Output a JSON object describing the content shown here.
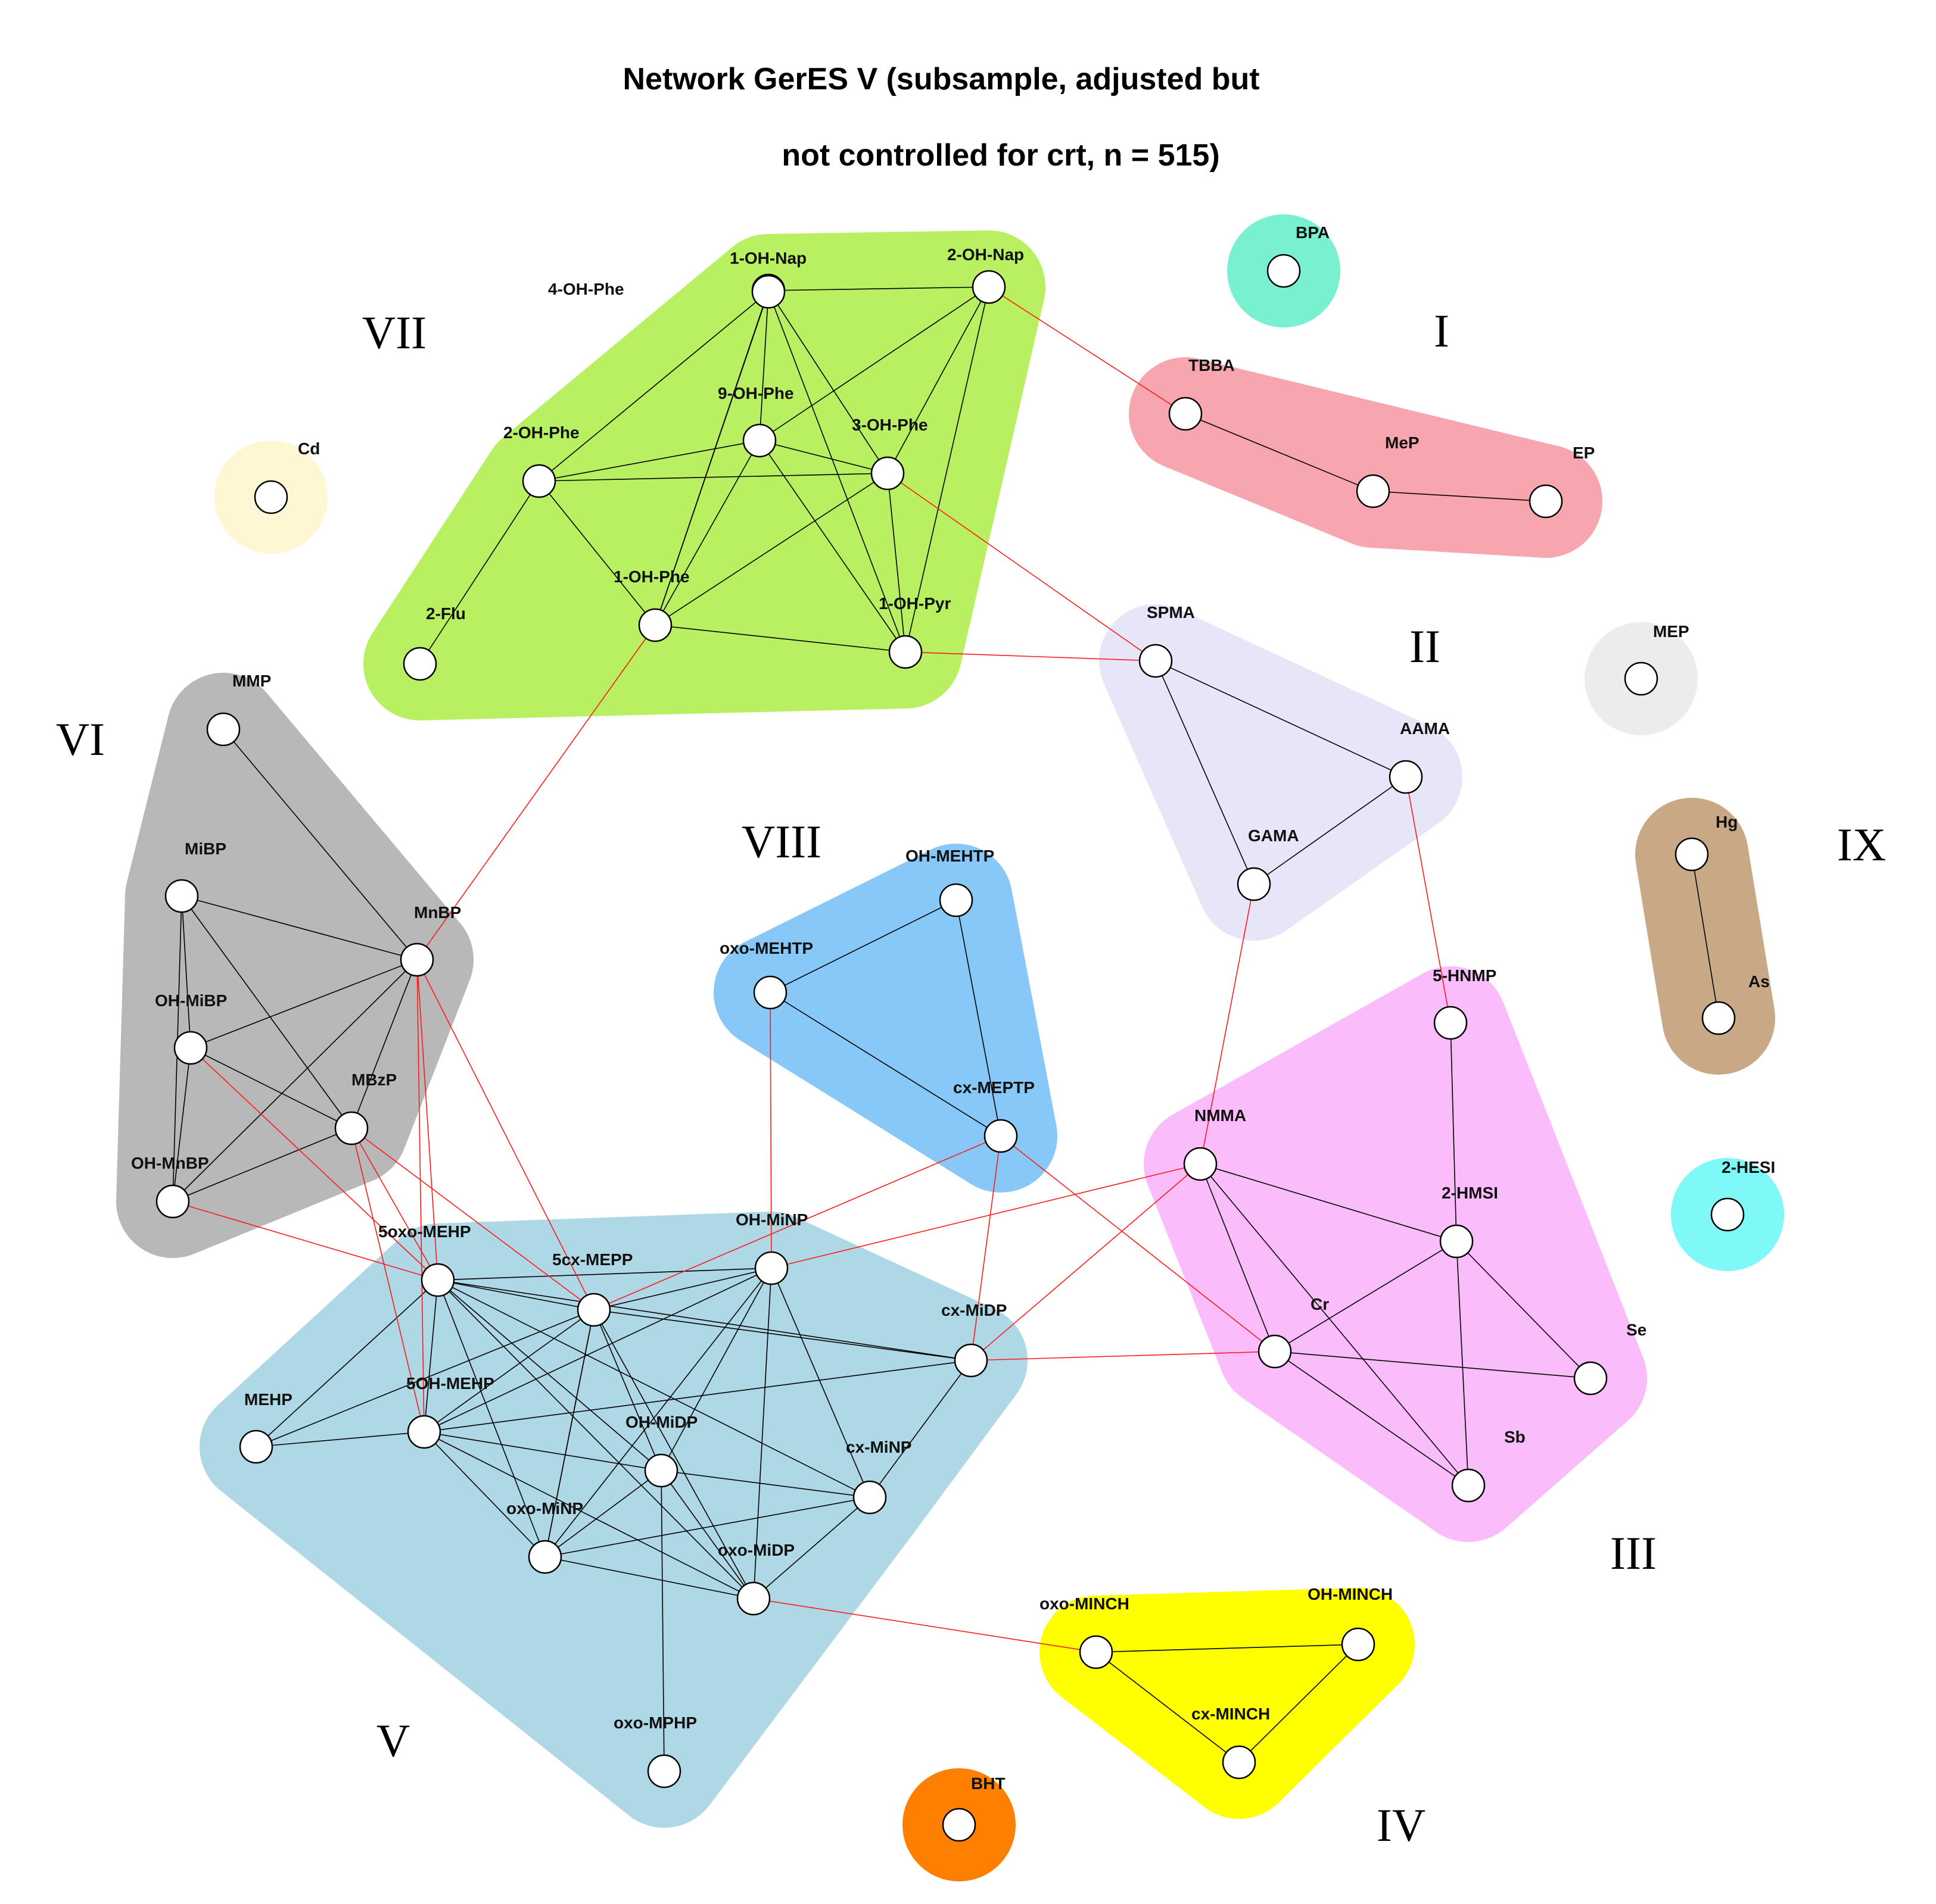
{
  "title": {
    "line1": "Network GerES V (subsample, adjusted but",
    "line2": "not controlled for crt, n = 515)"
  },
  "colors": {
    "edge_within": "#000000",
    "edge_between": "#ff1a1a",
    "node_fill": "#ffffff",
    "node_stroke": "#000000"
  },
  "groups": [
    {
      "id": "VII",
      "label": "VII",
      "color": "#b8f062",
      "nodes": [
        "1-OH-Nap",
        "2-OH-Nap",
        "4-OH-Phe",
        "9-OH-Phe",
        "3-OH-Phe",
        "2-OH-Phe",
        "1-OH-Phe",
        "1-OH-Pyr",
        "2-Flu"
      ]
    },
    {
      "id": "I",
      "label": "I",
      "color": "#f7a6b0",
      "nodes": [
        "TBBA",
        "MeP",
        "EP"
      ]
    },
    {
      "id": "II",
      "label": "II",
      "color": "#e6e6f8",
      "nodes": [
        "SPMA",
        "AAMA",
        "GAMA"
      ]
    },
    {
      "id": "VI",
      "label": "VI",
      "color": "#b8b8b8",
      "nodes": [
        "MMP",
        "MiBP",
        "MnBP",
        "OH-MiBP",
        "MBzP",
        "OH-MnBP"
      ]
    },
    {
      "id": "VIII",
      "label": "VIII",
      "color": "#87c8f8",
      "nodes": [
        "OH-MEHTP",
        "oxo-MEHTP",
        "cx-MEPTP"
      ]
    },
    {
      "id": "III",
      "label": "III",
      "color": "#fbbcfb",
      "nodes": [
        "5-HNMP",
        "NMMA",
        "2-HMSI",
        "Cr",
        "Se",
        "Sb"
      ]
    },
    {
      "id": "V",
      "label": "V",
      "color": "#aed8e6",
      "nodes": [
        "5oxo-MEHP",
        "5cx-MEPP",
        "OH-MiNP",
        "cx-MiDP",
        "MEHP",
        "5OH-MEHP",
        "OH-MiDP",
        "cx-MiNP",
        "oxo-MiNP",
        "oxo-MiDP",
        "oxo-MPHP"
      ]
    },
    {
      "id": "IV",
      "label": "IV",
      "color": "#ffff00",
      "nodes": [
        "oxo-MINCH",
        "OH-MINCH",
        "cx-MINCH"
      ]
    },
    {
      "id": "IX",
      "label": "IX",
      "color": "#c9a985",
      "nodes": [
        "Hg",
        "As"
      ]
    },
    {
      "id": "BPA",
      "label": "",
      "color": "#79f0d0",
      "nodes": [
        "BPA"
      ]
    },
    {
      "id": "Cd",
      "label": "",
      "color": "#fff6d4",
      "nodes": [
        "Cd"
      ]
    },
    {
      "id": "MEP",
      "label": "",
      "color": "#ececec",
      "nodes": [
        "MEP"
      ]
    },
    {
      "id": "2-HESI",
      "label": "",
      "color": "#7ff8f8",
      "nodes": [
        "2-HESI"
      ]
    },
    {
      "id": "BHT",
      "label": "",
      "color": "#ff8000",
      "nodes": [
        "BHT"
      ]
    }
  ],
  "nodes": [
    {
      "id": "1-OH-Nap",
      "label": "1-OH-Nap"
    },
    {
      "id": "2-OH-Nap",
      "label": "2-OH-Nap"
    },
    {
      "id": "4-OH-Phe",
      "label": "4-OH-Phe"
    },
    {
      "id": "9-OH-Phe",
      "label": "9-OH-Phe"
    },
    {
      "id": "3-OH-Phe",
      "label": "3-OH-Phe"
    },
    {
      "id": "2-OH-Phe",
      "label": "2-OH-Phe"
    },
    {
      "id": "1-OH-Phe",
      "label": "1-OH-Phe"
    },
    {
      "id": "1-OH-Pyr",
      "label": "1-OH-Pyr"
    },
    {
      "id": "2-Flu",
      "label": "2-Flu"
    },
    {
      "id": "BPA",
      "label": "BPA"
    },
    {
      "id": "TBBA",
      "label": "TBBA"
    },
    {
      "id": "MeP",
      "label": "MeP"
    },
    {
      "id": "EP",
      "label": "EP"
    },
    {
      "id": "Cd",
      "label": "Cd"
    },
    {
      "id": "SPMA",
      "label": "SPMA"
    },
    {
      "id": "AAMA",
      "label": "AAMA"
    },
    {
      "id": "GAMA",
      "label": "GAMA"
    },
    {
      "id": "MEP",
      "label": "MEP"
    },
    {
      "id": "MMP",
      "label": "MMP"
    },
    {
      "id": "MiBP",
      "label": "MiBP"
    },
    {
      "id": "MnBP",
      "label": "MnBP"
    },
    {
      "id": "OH-MiBP",
      "label": "OH-MiBP"
    },
    {
      "id": "MBzP",
      "label": "MBzP"
    },
    {
      "id": "OH-MnBP",
      "label": "OH-MnBP"
    },
    {
      "id": "OH-MEHTP",
      "label": "OH-MEHTP"
    },
    {
      "id": "oxo-MEHTP",
      "label": "oxo-MEHTP"
    },
    {
      "id": "cx-MEPTP",
      "label": "cx-MEPTP"
    },
    {
      "id": "Hg",
      "label": "Hg"
    },
    {
      "id": "As",
      "label": "As"
    },
    {
      "id": "5-HNMP",
      "label": "5-HNMP"
    },
    {
      "id": "NMMA",
      "label": "NMMA"
    },
    {
      "id": "2-HMSI",
      "label": "2-HMSI"
    },
    {
      "id": "Cr",
      "label": "Cr"
    },
    {
      "id": "Se",
      "label": "Se"
    },
    {
      "id": "Sb",
      "label": "Sb"
    },
    {
      "id": "2-HESI",
      "label": "2-HESI"
    },
    {
      "id": "5oxo-MEHP",
      "label": "5oxo-MEHP"
    },
    {
      "id": "5cx-MEPP",
      "label": "5cx-MEPP"
    },
    {
      "id": "OH-MiNP",
      "label": "OH-MiNP"
    },
    {
      "id": "cx-MiDP",
      "label": "cx-MiDP"
    },
    {
      "id": "MEHP",
      "label": "MEHP"
    },
    {
      "id": "5OH-MEHP",
      "label": "5OH-MEHP"
    },
    {
      "id": "OH-MiDP",
      "label": "OH-MiDP"
    },
    {
      "id": "cx-MiNP",
      "label": "cx-MiNP"
    },
    {
      "id": "oxo-MiNP",
      "label": "oxo-MiNP"
    },
    {
      "id": "oxo-MiDP",
      "label": "oxo-MiDP"
    },
    {
      "id": "oxo-MPHP",
      "label": "oxo-MPHP"
    },
    {
      "id": "oxo-MINCH",
      "label": "oxo-MINCH"
    },
    {
      "id": "OH-MINCH",
      "label": "OH-MINCH"
    },
    {
      "id": "cx-MINCH",
      "label": "cx-MINCH"
    },
    {
      "id": "BHT",
      "label": "BHT"
    }
  ],
  "edges": [
    [
      "4-OH-Phe",
      "1-OH-Nap"
    ],
    [
      "1-OH-Nap",
      "2-OH-Nap"
    ],
    [
      "4-OH-Phe",
      "9-OH-Phe"
    ],
    [
      "4-OH-Phe",
      "1-OH-Phe"
    ],
    [
      "4-OH-Phe",
      "1-OH-Pyr"
    ],
    [
      "4-OH-Phe",
      "2-OH-Phe"
    ],
    [
      "1-OH-Nap",
      "3-OH-Phe"
    ],
    [
      "1-OH-Nap",
      "1-OH-Phe"
    ],
    [
      "2-OH-Nap",
      "3-OH-Phe"
    ],
    [
      "2-OH-Nap",
      "9-OH-Phe"
    ],
    [
      "2-OH-Nap",
      "1-OH-Pyr"
    ],
    [
      "9-OH-Phe",
      "3-OH-Phe"
    ],
    [
      "9-OH-Phe",
      "2-OH-Phe"
    ],
    [
      "9-OH-Phe",
      "1-OH-Phe"
    ],
    [
      "9-OH-Phe",
      "1-OH-Pyr"
    ],
    [
      "3-OH-Phe",
      "2-OH-Phe"
    ],
    [
      "3-OH-Phe",
      "1-OH-Phe"
    ],
    [
      "3-OH-Phe",
      "1-OH-Pyr"
    ],
    [
      "2-OH-Phe",
      "1-OH-Phe"
    ],
    [
      "2-OH-Phe",
      "2-Flu"
    ],
    [
      "1-OH-Phe",
      "1-OH-Pyr"
    ],
    [
      "TBBA",
      "MeP"
    ],
    [
      "MeP",
      "EP"
    ],
    [
      "SPMA",
      "AAMA"
    ],
    [
      "SPMA",
      "GAMA"
    ],
    [
      "AAMA",
      "GAMA"
    ],
    [
      "MMP",
      "MnBP"
    ],
    [
      "MiBP",
      "MnBP"
    ],
    [
      "MiBP",
      "OH-MiBP"
    ],
    [
      "MiBP",
      "MBzP"
    ],
    [
      "MiBP",
      "OH-MnBP"
    ],
    [
      "MnBP",
      "OH-MiBP"
    ],
    [
      "MnBP",
      "MBzP"
    ],
    [
      "MnBP",
      "OH-MnBP"
    ],
    [
      "OH-MiBP",
      "MBzP"
    ],
    [
      "OH-MiBP",
      "OH-MnBP"
    ],
    [
      "MBzP",
      "OH-MnBP"
    ],
    [
      "OH-MEHTP",
      "oxo-MEHTP"
    ],
    [
      "OH-MEHTP",
      "cx-MEPTP"
    ],
    [
      "oxo-MEHTP",
      "cx-MEPTP"
    ],
    [
      "Hg",
      "As"
    ],
    [
      "5-HNMP",
      "2-HMSI"
    ],
    [
      "NMMA",
      "2-HMSI"
    ],
    [
      "NMMA",
      "Cr"
    ],
    [
      "NMMA",
      "Sb"
    ],
    [
      "2-HMSI",
      "Cr"
    ],
    [
      "2-HMSI",
      "Se"
    ],
    [
      "2-HMSI",
      "Sb"
    ],
    [
      "Cr",
      "Se"
    ],
    [
      "Cr",
      "Sb"
    ],
    [
      "oxo-MINCH",
      "OH-MINCH"
    ],
    [
      "oxo-MINCH",
      "cx-MINCH"
    ],
    [
      "OH-MINCH",
      "cx-MINCH"
    ],
    [
      "5oxo-MEHP",
      "5cx-MEPP"
    ],
    [
      "5oxo-MEHP",
      "OH-MiNP"
    ],
    [
      "5oxo-MEHP",
      "cx-MiDP"
    ],
    [
      "5oxo-MEHP",
      "MEHP"
    ],
    [
      "5oxo-MEHP",
      "5OH-MEHP"
    ],
    [
      "5oxo-MEHP",
      "OH-MiDP"
    ],
    [
      "5oxo-MEHP",
      "oxo-MiNP"
    ],
    [
      "5oxo-MEHP",
      "oxo-MiDP"
    ],
    [
      "5oxo-MEHP",
      "cx-MiNP"
    ],
    [
      "5cx-MEPP",
      "OH-MiNP"
    ],
    [
      "5cx-MEPP",
      "cx-MiDP"
    ],
    [
      "5cx-MEPP",
      "5OH-MEHP"
    ],
    [
      "5cx-MEPP",
      "OH-MiDP"
    ],
    [
      "5cx-MEPP",
      "oxo-MiNP"
    ],
    [
      "5cx-MEPP",
      "oxo-MiDP"
    ],
    [
      "5cx-MEPP",
      "MEHP"
    ],
    [
      "OH-MiNP",
      "OH-MiDP"
    ],
    [
      "OH-MiNP",
      "cx-MiNP"
    ],
    [
      "OH-MiNP",
      "oxo-MiNP"
    ],
    [
      "OH-MiNP",
      "5OH-MEHP"
    ],
    [
      "OH-MiNP",
      "oxo-MiDP"
    ],
    [
      "cx-MiDP",
      "cx-MiNP"
    ],
    [
      "cx-MiDP",
      "5OH-MEHP"
    ],
    [
      "MEHP",
      "5OH-MEHP"
    ],
    [
      "5OH-MEHP",
      "OH-MiDP"
    ],
    [
      "5OH-MEHP",
      "oxo-MiNP"
    ],
    [
      "5OH-MEHP",
      "oxo-MiDP"
    ],
    [
      "OH-MiDP",
      "oxo-MiNP"
    ],
    [
      "OH-MiDP",
      "oxo-MiDP"
    ],
    [
      "OH-MiDP",
      "cx-MiNP"
    ],
    [
      "OH-MiDP",
      "oxo-MPHP"
    ],
    [
      "oxo-MiNP",
      "oxo-MiDP"
    ],
    [
      "oxo-MiNP",
      "cx-MiNP"
    ],
    [
      "oxo-MiDP",
      "cx-MiNP"
    ],
    [
      "oxo-MiNP",
      "5cx-MEPP"
    ],
    [
      "2-OH-Nap",
      "TBBA"
    ],
    [
      "3-OH-Phe",
      "SPMA"
    ],
    [
      "1-OH-Pyr",
      "SPMA"
    ],
    [
      "1-OH-Phe",
      "MnBP"
    ],
    [
      "AAMA",
      "5-HNMP"
    ],
    [
      "GAMA",
      "NMMA"
    ],
    [
      "MnBP",
      "5oxo-MEHP"
    ],
    [
      "MnBP",
      "5cx-MEPP"
    ],
    [
      "MnBP",
      "5OH-MEHP"
    ],
    [
      "OH-MiBP",
      "5oxo-MEHP"
    ],
    [
      "OH-MnBP",
      "5oxo-MEHP"
    ],
    [
      "MBzP",
      "5cx-MEPP"
    ],
    [
      "MBzP",
      "5OH-MEHP"
    ],
    [
      "MBzP",
      "5oxo-MEHP"
    ],
    [
      "oxo-MEHTP",
      "OH-MiNP"
    ],
    [
      "cx-MEPTP",
      "cx-MiDP"
    ],
    [
      "cx-MEPTP",
      "5cx-MEPP"
    ],
    [
      "cx-MEPTP",
      "Cr"
    ],
    [
      "NMMA",
      "OH-MiNP"
    ],
    [
      "NMMA",
      "cx-MiDP"
    ],
    [
      "cx-MiDP",
      "Cr"
    ],
    [
      "oxo-MiDP",
      "oxo-MINCH"
    ]
  ]
}
